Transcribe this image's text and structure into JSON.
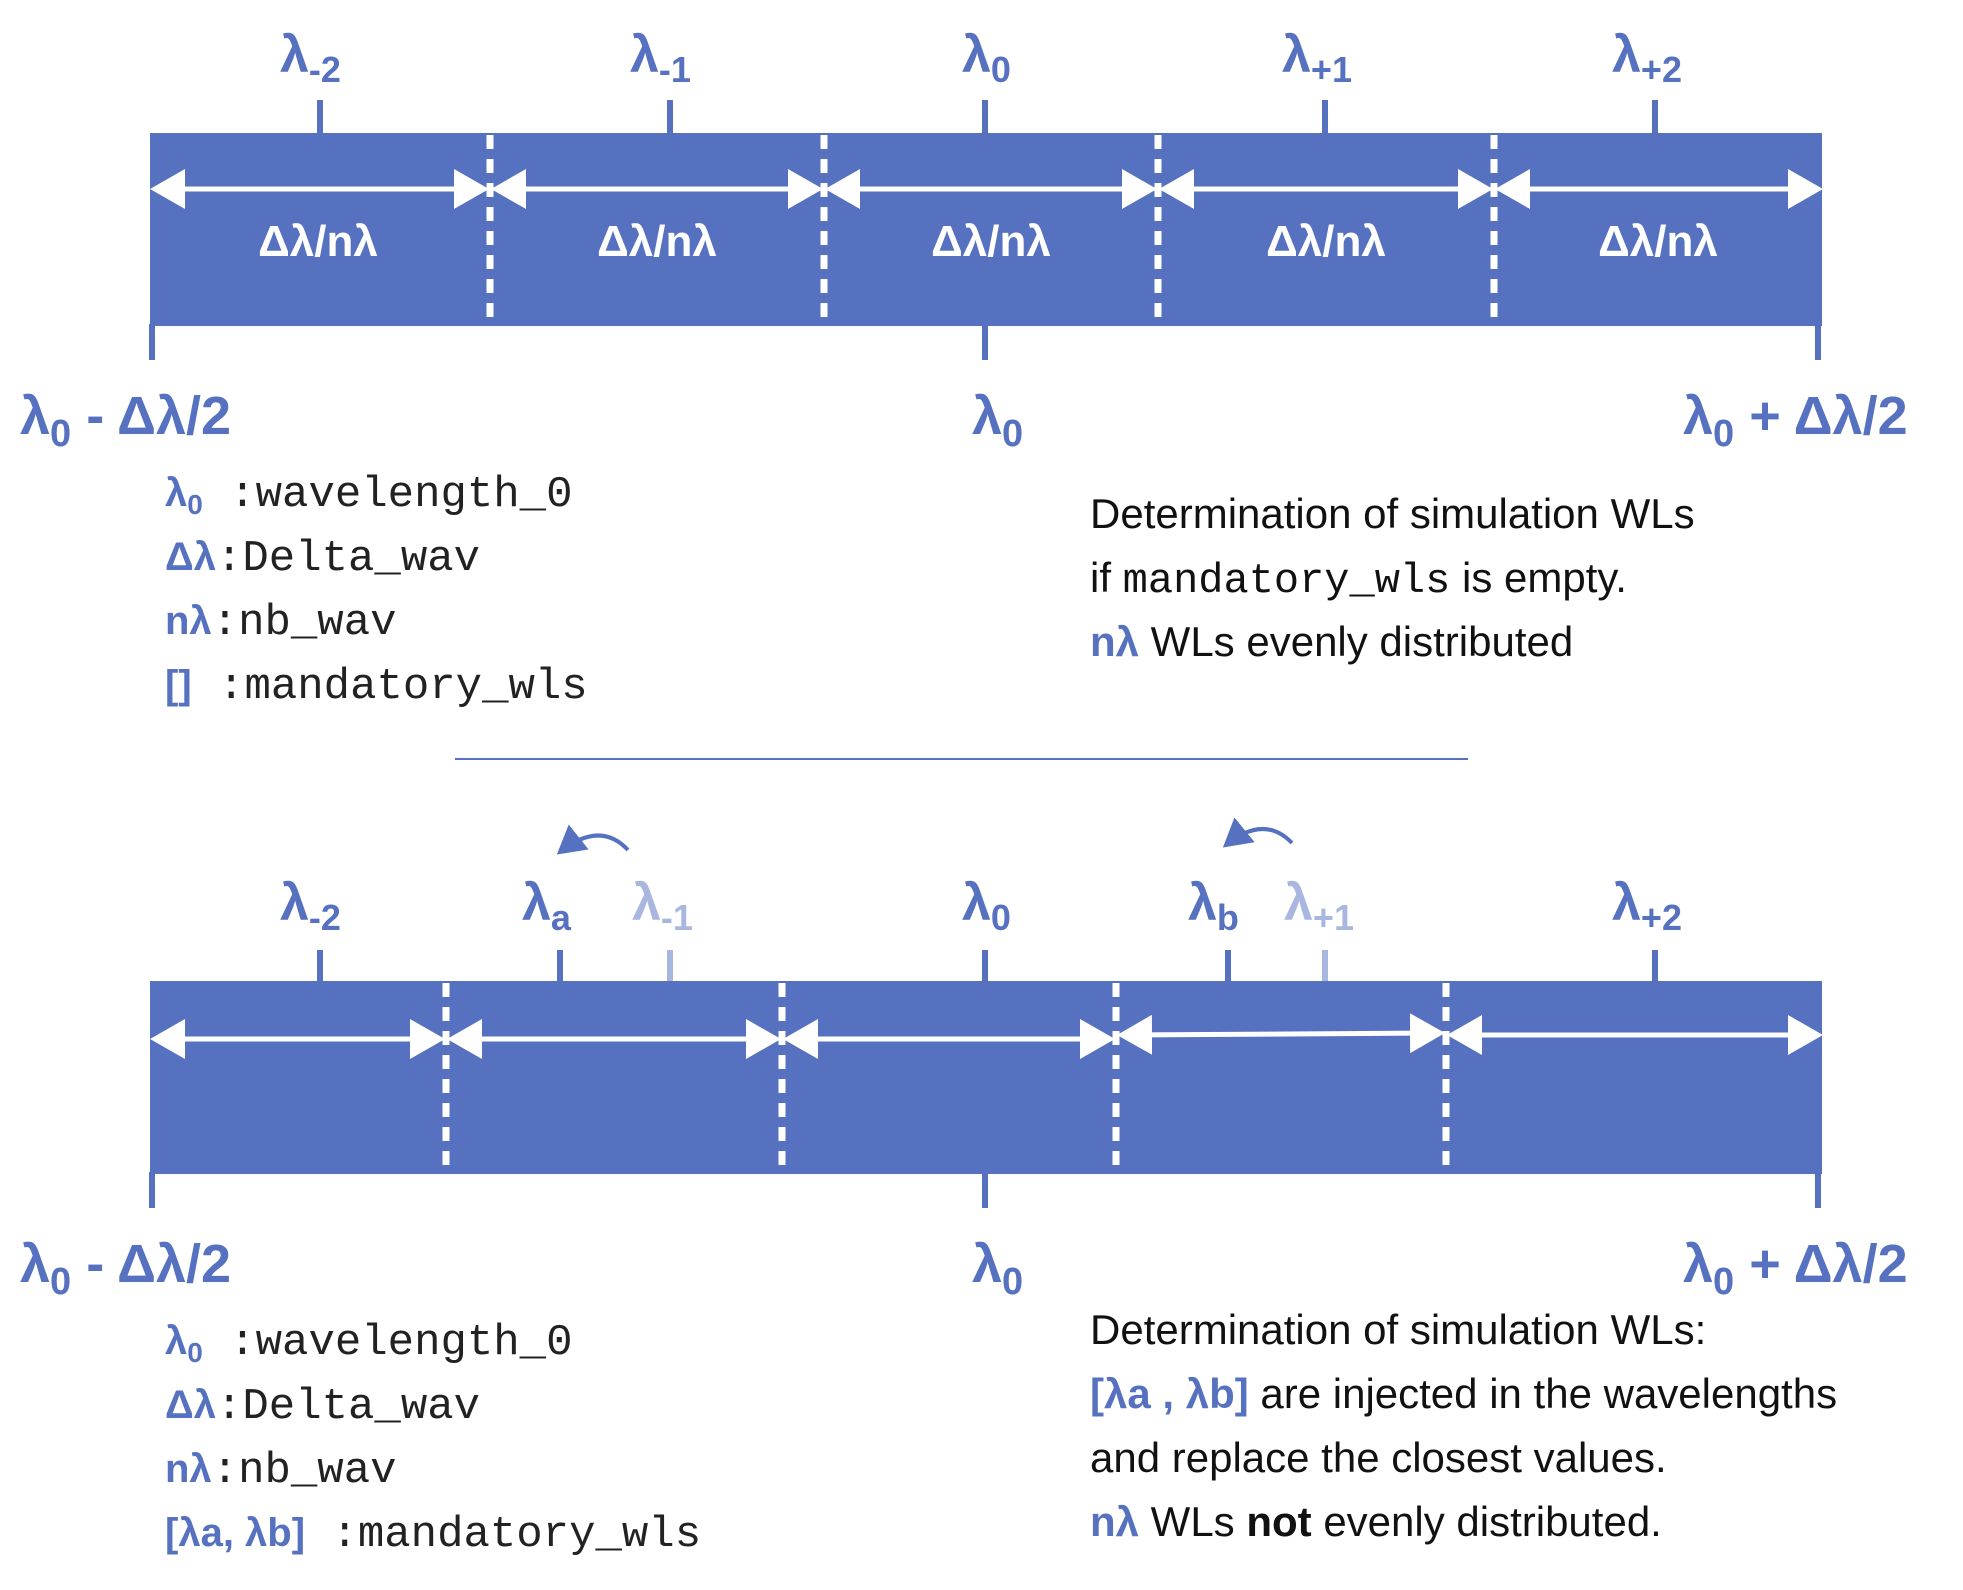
{
  "colors": {
    "bar": "#5671bf",
    "faint": "#a9b7e0",
    "white": "#ffffff",
    "text": "#111111"
  },
  "top": {
    "tick_labels": [
      {
        "base": "λ",
        "sub": "-2"
      },
      {
        "base": "λ",
        "sub": "-1"
      },
      {
        "base": "λ",
        "sub": "0"
      },
      {
        "base": "λ",
        "sub": "+1"
      },
      {
        "base": "λ",
        "sub": "+2"
      }
    ],
    "segment_label": "Δλ/nλ",
    "left_end": {
      "base": "λ",
      "sub": "0",
      "tail": " - Δλ/2"
    },
    "center_end": {
      "base": "λ",
      "sub": "0"
    },
    "right_end": {
      "base": "λ",
      "sub": "0",
      "tail": " + Δλ/2"
    },
    "legend": [
      {
        "sym": "λ",
        "sub": "0",
        "text": " :wavelength_0"
      },
      {
        "sym": "Δλ",
        "sub": "",
        "text": ":Delta_wav"
      },
      {
        "sym": "nλ",
        "sub": "",
        "text": ":nb_wav"
      },
      {
        "sym": "[]",
        "sub": "",
        "text": " :mandatory_wls"
      }
    ],
    "note": {
      "line1": "Determination of simulation WLs",
      "line2_pre": "if ",
      "line2_code": "mandatory_wls",
      "line2_post": " is empty.",
      "line3_acc": "nλ",
      "line3_text": " WLs evenly distributed"
    }
  },
  "bottom": {
    "tick_labels": [
      {
        "base": "λ",
        "sub": "-2",
        "faint": false
      },
      {
        "base": "λ",
        "sub": "a",
        "faint": false
      },
      {
        "base": "λ",
        "sub": "-1",
        "faint": true
      },
      {
        "base": "λ",
        "sub": "0",
        "faint": false
      },
      {
        "base": "λ",
        "sub": "b",
        "faint": false
      },
      {
        "base": "λ",
        "sub": "+1",
        "faint": true
      },
      {
        "base": "λ",
        "sub": "+2",
        "faint": false
      }
    ],
    "left_end": {
      "base": "λ",
      "sub": "0",
      "tail": " - Δλ/2"
    },
    "center_end": {
      "base": "λ",
      "sub": "0"
    },
    "right_end": {
      "base": "λ",
      "sub": "0",
      "tail": " + Δλ/2"
    },
    "legend": [
      {
        "sym": "λ",
        "sub": "0",
        "text": " :wavelength_0"
      },
      {
        "sym": "Δλ",
        "sub": "",
        "text": ":Delta_wav"
      },
      {
        "sym": "nλ",
        "sub": "",
        "text": ":nb_wav"
      },
      {
        "sym": "[λa, λb]",
        "sub": "",
        "text": " :mandatory_wls"
      }
    ],
    "note": {
      "line1": "Determination of simulation WLs:",
      "line2_acc": "[λa , λb]",
      "line2_text": " are injected in the wavelengths",
      "line3": "and replace the closest values.",
      "line4_acc": "nλ",
      "line4_pre": " WLs ",
      "line4_bold": "not",
      "line4_post": " evenly distributed."
    }
  }
}
